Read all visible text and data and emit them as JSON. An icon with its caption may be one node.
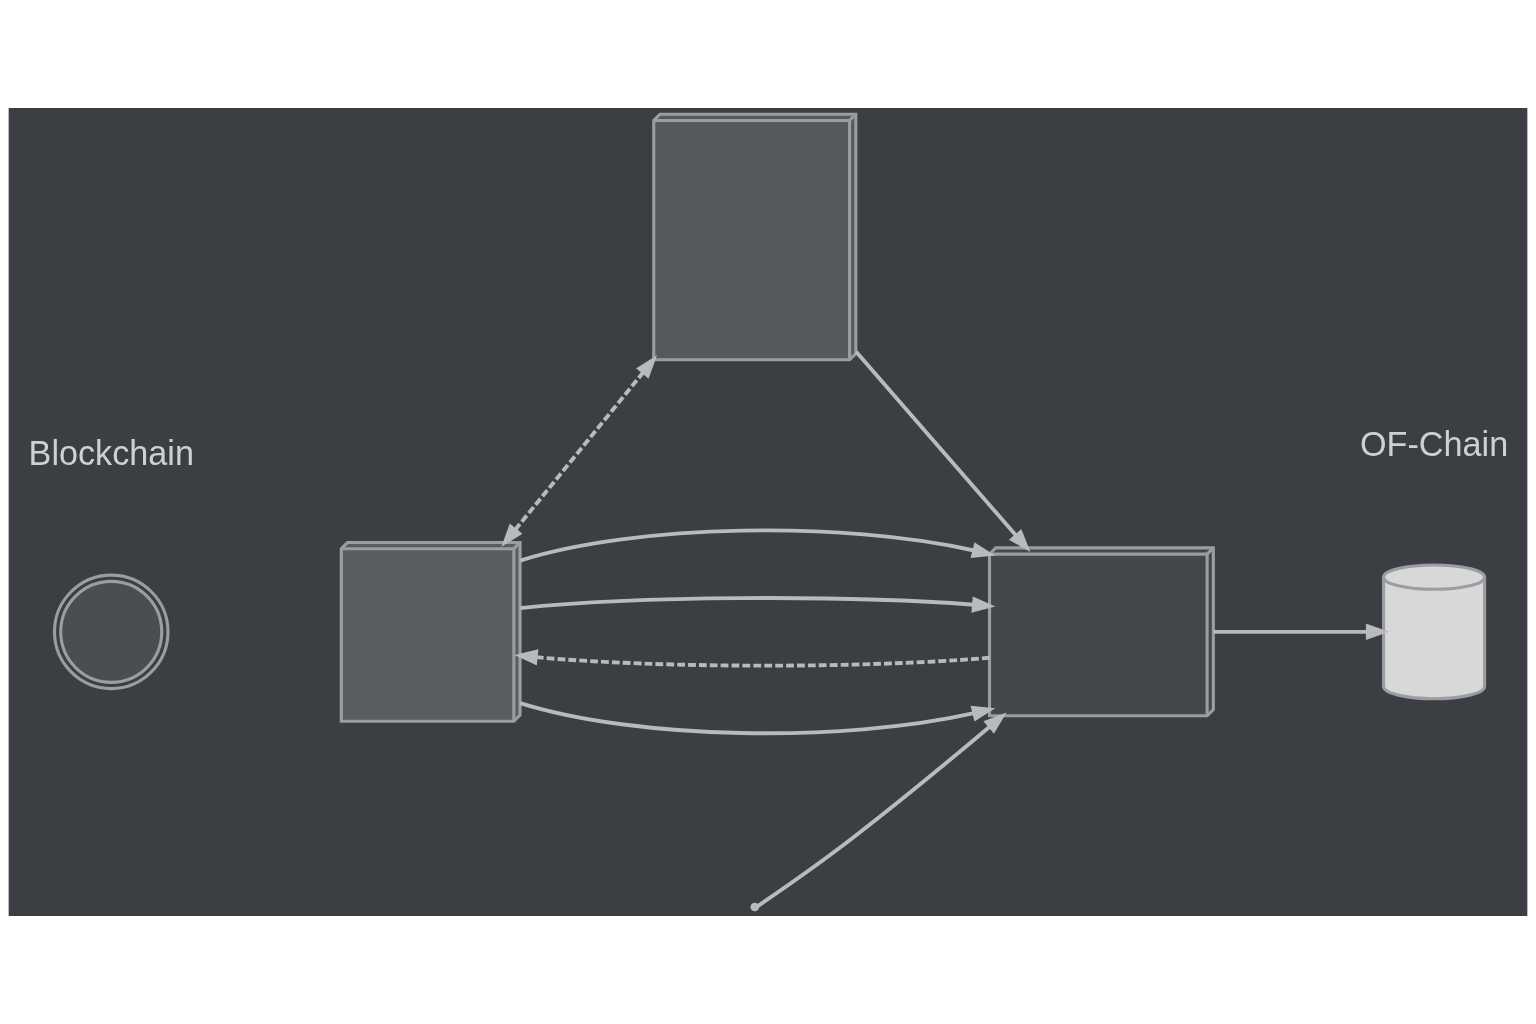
{
  "diagram": {
    "nodes": [
      {
        "text": [],
        "shape": "picture"
      },
      {
        "text": [],
        "shape": "picture"
      },
      {
        "text": [],
        "shape": "picture"
      },
      {
        "text": [],
        "shape": "picture"
      },
      {
        "text": [],
        "shape": "picture"
      }
    ],
    "edges": [
      {
        "from": 1,
        "to": 2,
        "arrow": "both",
        "style": "dashed"
      },
      {
        "from": 3,
        "to": 1,
        "arrow": "to",
        "style": "dashed"
      },
      {
        "from": 1,
        "to": 3,
        "arrow": "to"
      },
      {
        "from": 1,
        "to": 3,
        "arrow": "to"
      },
      {
        "from": 1,
        "to": 3,
        "arrow": "to"
      },
      {
        "from": null,
        "to": 3,
        "arrow": "to"
      },
      {
        "from": 2,
        "to": 3,
        "arrow": "to"
      },
      {
        "from": 3,
        "to": 4,
        "arrow": "to"
      }
    ],
    "labels": [
      "Blockchain",
      "OF-Chain"
    ]
  }
}
